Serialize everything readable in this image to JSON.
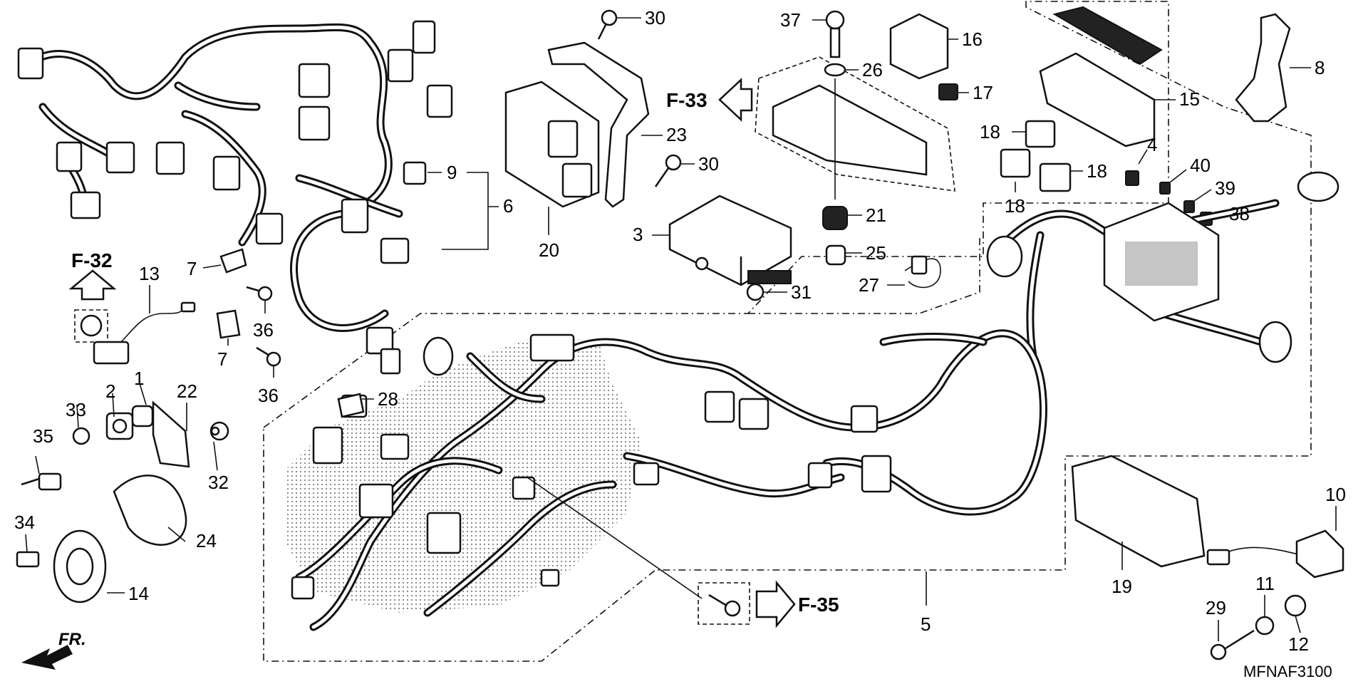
{
  "diagram_code": "MFNAF3100",
  "front_marker": "FR.",
  "references": [
    {
      "id": "f32",
      "label": "F-32"
    },
    {
      "id": "f33",
      "label": "F-33"
    },
    {
      "id": "f35",
      "label": "F-35"
    }
  ],
  "callouts": {
    "c1": "1",
    "c2": "2",
    "c3": "3",
    "c4": "4",
    "c5": "5",
    "c6": "6",
    "c7a": "7",
    "c7b": "7",
    "c8": "8",
    "c9": "9",
    "c10": "10",
    "c11": "11",
    "c12": "12",
    "c13": "13",
    "c14": "14",
    "c15": "15",
    "c16": "16",
    "c17": "17",
    "c18a": "18",
    "c18b": "18",
    "c18c": "18",
    "c19": "19",
    "c20": "20",
    "c21": "21",
    "c22": "22",
    "c23": "23",
    "c24": "24",
    "c25": "25",
    "c26": "26",
    "c27": "27",
    "c28": "28",
    "c29": "29",
    "c30a": "30",
    "c30b": "30",
    "c31": "31",
    "c32": "32",
    "c33": "33",
    "c34": "34",
    "c35": "35",
    "c36a": "36",
    "c36b": "36",
    "c37": "37",
    "c38": "38",
    "c39": "39",
    "c40": "40"
  }
}
